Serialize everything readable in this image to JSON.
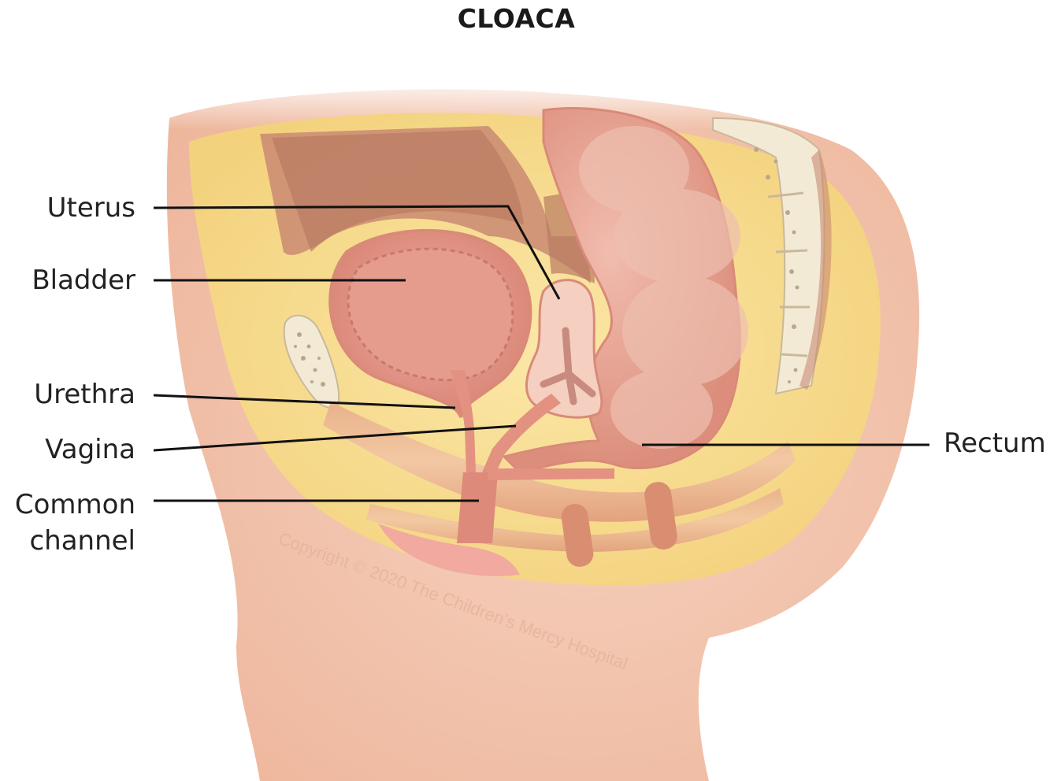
{
  "title": "CLOACA",
  "labels": {
    "uterus": "Uterus",
    "bladder": "Bladder",
    "urethra": "Urethra",
    "vagina": "Vagina",
    "common_line1": "Common",
    "common_line2": "channel",
    "rectum": "Rectum"
  },
  "watermark": "Copyright © 2020 The Children's Mercy Hospital",
  "colors": {
    "skin": "#f2c4ae",
    "skin_dark": "#e8a888",
    "fat": "#f6dc8f",
    "organ": "#e9a898",
    "organ_inner": "#e39181",
    "cavity": "#c98a72",
    "bone": "#f3ead6",
    "leader_line": "#111111"
  }
}
